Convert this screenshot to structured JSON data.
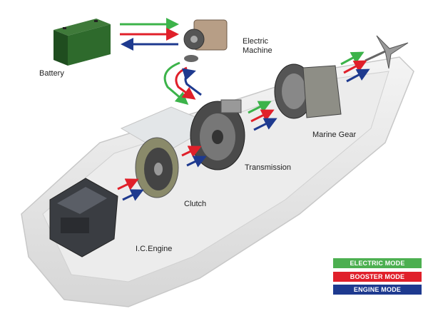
{
  "labels": {
    "battery": "Battery",
    "electric_machine_line1": "Electric",
    "electric_machine_line2": "Machine",
    "clutch": "Clutch",
    "transmission": "Transmission",
    "marine_gear": "Marine Gear",
    "engine": "I.C.Engine"
  },
  "legend": [
    {
      "label": "ELECTRIC MODE",
      "color": "#4caf50"
    },
    {
      "label": "BOOSTER MODE",
      "color": "#e0202a"
    },
    {
      "label": "ENGINE MODE",
      "color": "#1e3a8f"
    }
  ],
  "colors": {
    "green": "#3cb34a",
    "red": "#e0202a",
    "blue": "#1e3a8f"
  }
}
